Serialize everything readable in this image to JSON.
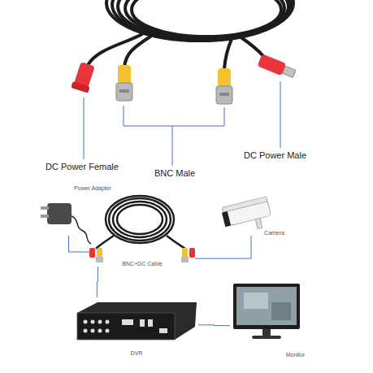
{
  "diagram": {
    "nodes": [
      {
        "text": [
          "Power Adapter"
        ]
      },
      {
        "text": [
          "BNC+DC Cable"
        ]
      },
      {
        "text": [
          "Camera"
        ]
      },
      {
        "text": [
          "DVR"
        ]
      },
      {
        "text": [
          "Monitor"
        ]
      }
    ],
    "edges": [
      {
        "from": 0,
        "to": 1,
        "arrow": "none"
      },
      {
        "from": 1,
        "to": 2,
        "arrow": "none"
      },
      {
        "from": 1,
        "to": 3,
        "arrow": "none"
      },
      {
        "from": 3,
        "to": 4,
        "arrow": "none"
      }
    ],
    "labels": [
      "DC Power Female",
      "BNC Male",
      "DC Power Male"
    ]
  }
}
